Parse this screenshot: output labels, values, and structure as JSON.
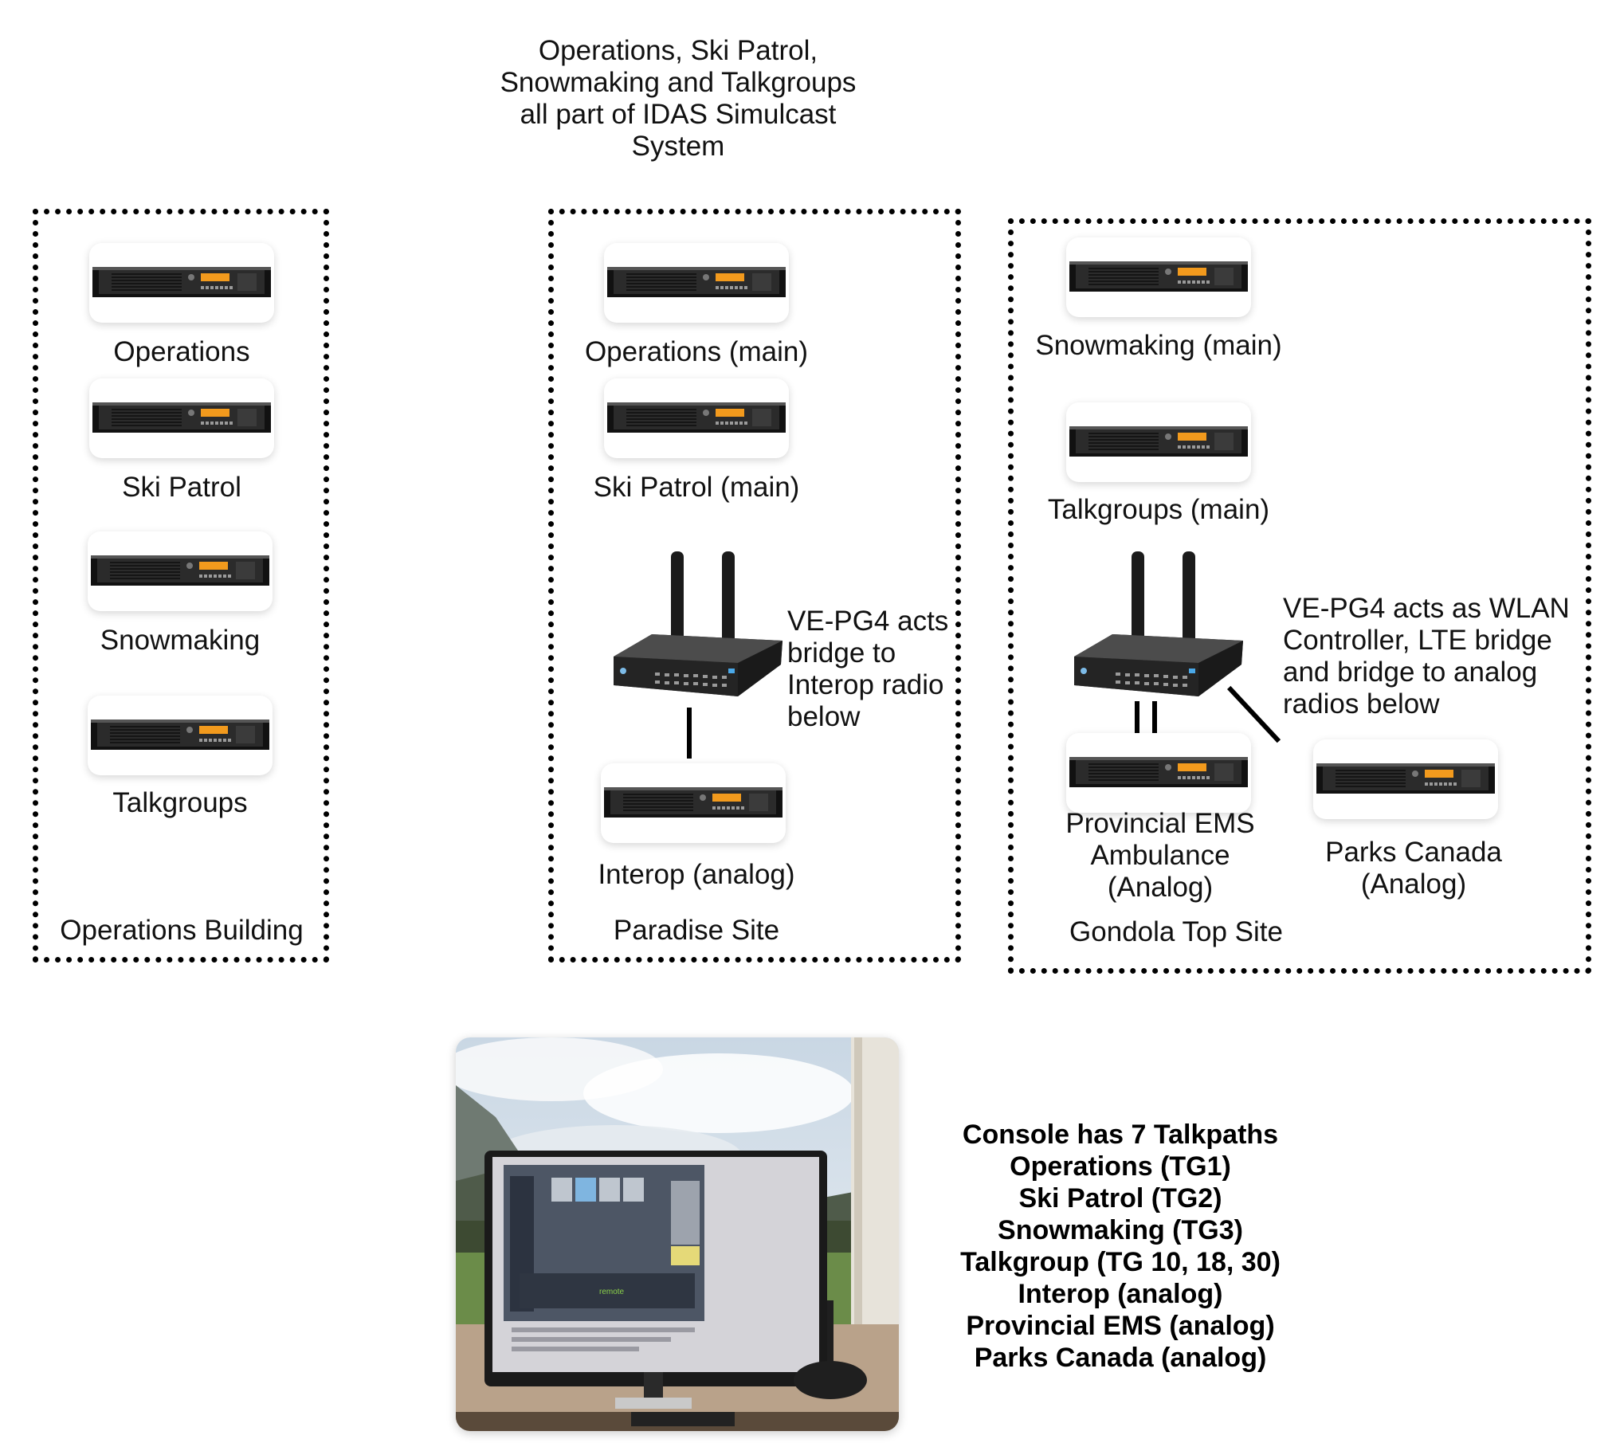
{
  "header_note": "Operations, Ski Patrol, Snowmaking and Talkgroups all part of IDAS Simulcast System",
  "sites": {
    "operations_building": {
      "name": "Operations Building",
      "radios": [
        "Operations",
        "Ski Patrol",
        "Snowmaking",
        "Talkgroups"
      ]
    },
    "paradise": {
      "name": "Paradise Site",
      "radios": [
        "Operations (main)",
        "Ski Patrol (main)"
      ],
      "gateway_note": "VE-PG4 acts bridge to Interop radio below",
      "analog_radio": "Interop (analog)"
    },
    "gondola": {
      "name": "Gondola Top Site",
      "radios": [
        "Snowmaking (main)",
        "Talkgroups (main)"
      ],
      "gateway_note": "VE-PG4 acts as WLAN Controller, LTE bridge and bridge to analog radios below",
      "analog_radios": [
        "Provincial EMS Ambulance (Analog)",
        "Parks Canada (Analog)"
      ]
    }
  },
  "console": {
    "title": "Console has 7 Talkpaths",
    "talkpaths": [
      "Operations (TG1)",
      "Ski Patrol (TG2)",
      "Snowmaking (TG3)",
      "Talkgroup (TG 10, 18, 30)",
      "Interop (analog)",
      "Provincial EMS (analog)",
      "Parks Canada (analog)"
    ]
  },
  "colors": {
    "box_border": "#000000",
    "radio_body": "#2b2b2b",
    "radio_display": "#f29a1d",
    "text": "#111111"
  },
  "icons": {
    "radio": "rack-radio-icon",
    "gateway": "router-gateway-icon"
  }
}
